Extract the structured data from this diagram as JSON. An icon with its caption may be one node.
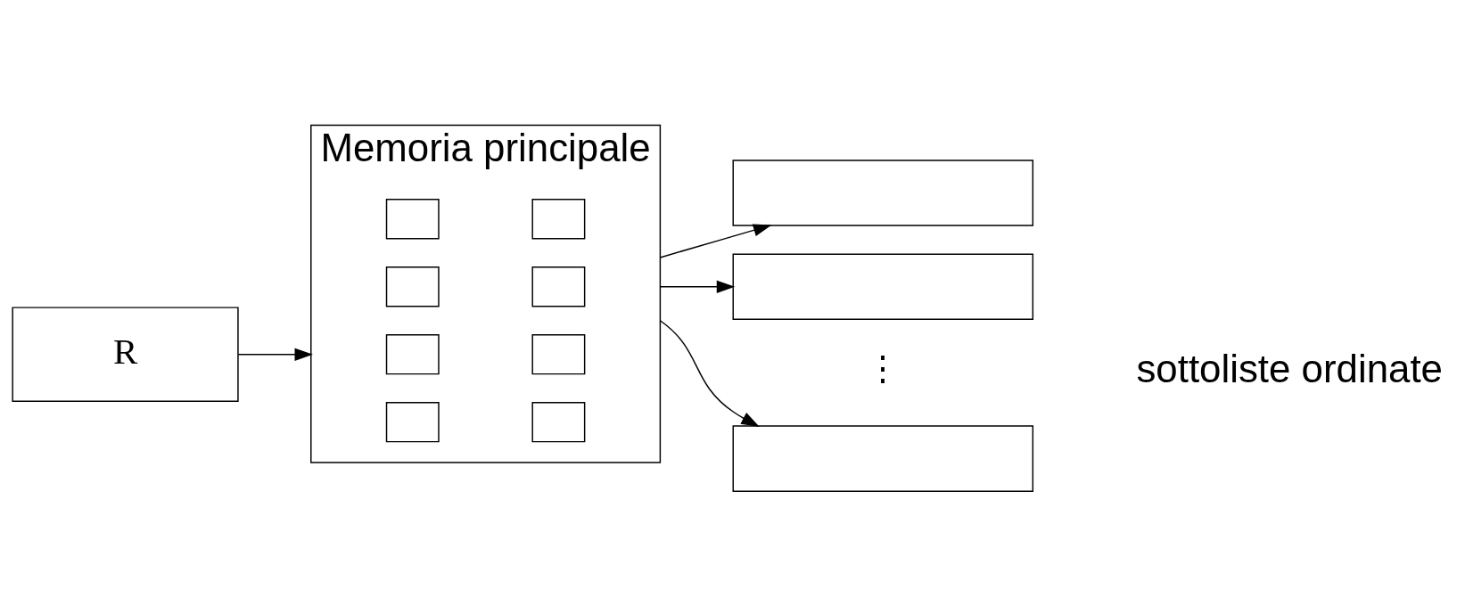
{
  "diagram": {
    "nodes": [
      {
        "text": [
          "R"
        ]
      },
      {
        "text": [
          "Memoria principale"
        ]
      },
      {
        "text": [],
        "shape": "box",
        "in": 1
      },
      {
        "text": [],
        "shape": "box",
        "in": 1
      },
      {
        "text": [],
        "shape": "box",
        "in": 1
      },
      {
        "text": [],
        "shape": "box",
        "in": 1
      },
      {
        "text": [],
        "shape": "box",
        "in": 1
      },
      {
        "text": [],
        "shape": "box",
        "in": 1
      },
      {
        "text": [],
        "shape": "box",
        "in": 1
      },
      {
        "text": [],
        "shape": "box",
        "in": 1
      },
      {
        "text": [],
        "shape": "box"
      },
      {
        "text": [],
        "shape": "box"
      },
      {
        "text": [],
        "shape": "box"
      }
    ],
    "edges": [
      {
        "from": 0,
        "to": 1,
        "arrow": "to"
      },
      {
        "from": 1,
        "to": 10,
        "arrow": "to"
      },
      {
        "from": 1,
        "to": 11,
        "arrow": "to"
      },
      {
        "from": 1,
        "to": 12,
        "arrow": "to"
      }
    ],
    "labels": [
      "⋮",
      "sottoliste ordinate"
    ]
  }
}
